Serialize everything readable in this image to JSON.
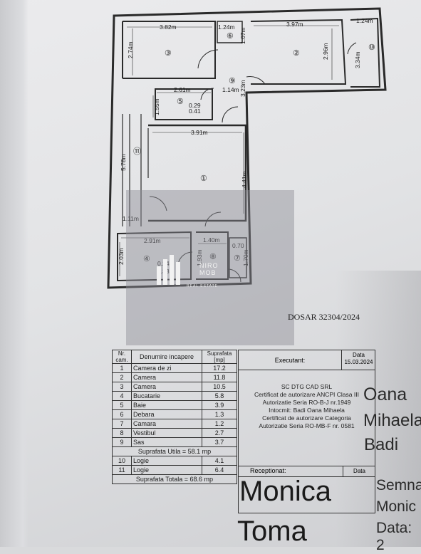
{
  "plan": {
    "dims": {
      "room3_w": "3.82m",
      "room3_h": "2.74m",
      "room6_w": "1.24m",
      "room6_h": "1.07m",
      "room2_w": "3.97m",
      "room2_h": "2.96m",
      "room10_w": "1.24m",
      "room10_h": "3.34m",
      "bath_w": "2.61m",
      "bath_h": "1.55m",
      "bath_win1": "0.29",
      "bath_win2": "0.41",
      "hall9_w": "1.14m",
      "hall9_h": "3.23m",
      "room1_w": "3.91m",
      "room1_h": "4.41m",
      "logia11_h": "5.78m",
      "logia11_w": "1.11m",
      "kitchen_w": "2.91m",
      "kitchen_h": "2.03m",
      "kitchen_win1": "0.24",
      "kitchen_win2": "0.33",
      "hall8_w": "1.40m",
      "hall8_h": "1.93m",
      "pantry_w": "0.70",
      "pantry_h": "1.70m"
    },
    "room_numbers": [
      "①",
      "②",
      "③",
      "④",
      "⑤",
      "⑥",
      "⑦",
      "⑧",
      "⑨",
      "⑩",
      "⑪"
    ]
  },
  "watermark": {
    "brand": "NIRO MOB",
    "tagline": "REAL ESTATE"
  },
  "dosar": "DOSAR 32304/2024",
  "table": {
    "headers": [
      "Nr. cam.",
      "Denumire incapere",
      "Suprafata [mp]"
    ],
    "rows": [
      {
        "nr": "1",
        "name": "Camera de zi",
        "area": "17.2"
      },
      {
        "nr": "2",
        "name": "Camera",
        "area": "11.8"
      },
      {
        "nr": "3",
        "name": "Camera",
        "area": "10.5"
      },
      {
        "nr": "4",
        "name": "Bucatarie",
        "area": "5.8"
      },
      {
        "nr": "5",
        "name": "Baie",
        "area": "3.9"
      },
      {
        "nr": "6",
        "name": "Debara",
        "area": "1.3"
      },
      {
        "nr": "7",
        "name": "Camara",
        "area": "1.2"
      },
      {
        "nr": "8",
        "name": "Vestibul",
        "area": "2.7"
      },
      {
        "nr": "9",
        "name": "Sas",
        "area": "3.7"
      }
    ],
    "util_total": "Suprafata Utila = 58.1 mp",
    "extra_rows": [
      {
        "nr": "10",
        "name": "Logie",
        "area": "4.1"
      },
      {
        "nr": "11",
        "name": "Logie",
        "area": "6.4"
      }
    ],
    "grand_total": "Suprafata Totala = 68.6 mp"
  },
  "executant": {
    "label": "Executant:",
    "date_label": "Data",
    "date_value": "15.03.2024",
    "lines": [
      "SC DTG CAD SRL",
      "Certificat de autorizare ANCPI Clasa III",
      "Autorizatie Seria RO-B-J nr.1949",
      "Intocmit: Badi Oana Mihaela",
      "Certificat de autorizare Categoria",
      "Autorizatie Seria RO-MB-F nr. 0581"
    ],
    "receptionat": "Receptionat:",
    "rec_date": "Data"
  },
  "handwriting": {
    "sig1": "Oana",
    "sig2": "Mihaela",
    "sig3": "Badi",
    "name1": "Monica",
    "name2": "Toma",
    "side1": "Semna",
    "side2": "Monic",
    "side3": "Data: 2"
  }
}
